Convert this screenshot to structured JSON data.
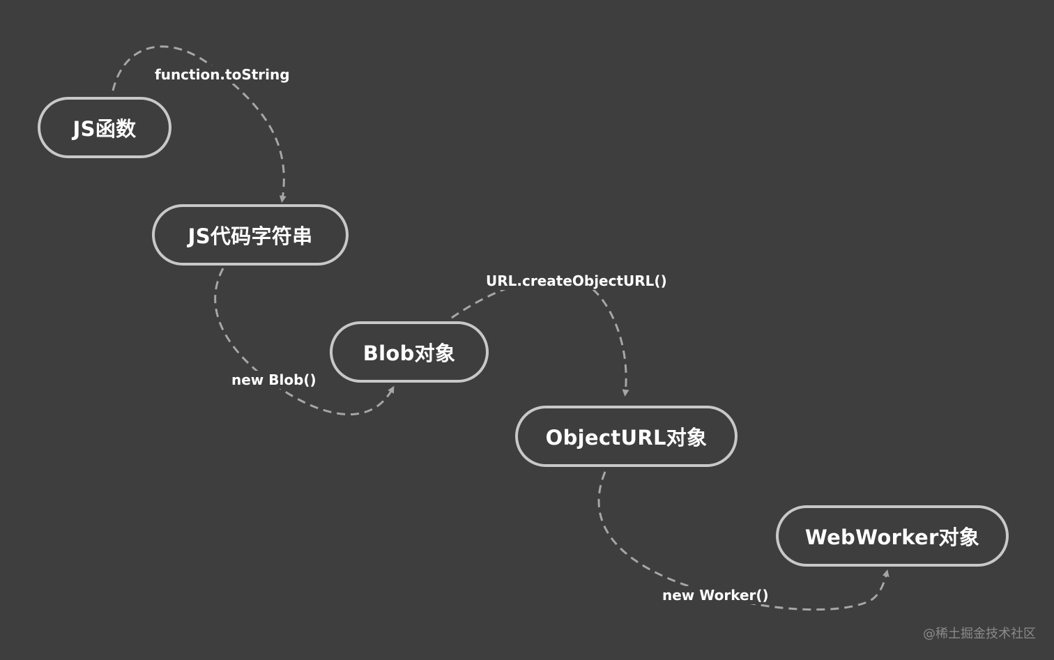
{
  "diagram": {
    "nodes": [
      {
        "id": "js-function",
        "label": "JS函数"
      },
      {
        "id": "js-code-string",
        "label": "JS代码字符串"
      },
      {
        "id": "blob-object",
        "label": "Blob对象"
      },
      {
        "id": "objecturl-object",
        "label": "ObjectURL对象"
      },
      {
        "id": "webworker-object",
        "label": "WebWorker对象"
      }
    ],
    "edges": [
      {
        "from": "js-function",
        "to": "js-code-string",
        "label": "function.toString"
      },
      {
        "from": "js-code-string",
        "to": "blob-object",
        "label": "new Blob()"
      },
      {
        "from": "blob-object",
        "to": "objecturl-object",
        "label": "URL.createObjectURL()"
      },
      {
        "from": "objecturl-object",
        "to": "webworker-object",
        "label": "new Worker()"
      }
    ]
  },
  "watermark": "@稀土掘金技术社区",
  "colors": {
    "background": "#3e3e3e",
    "node_border": "#c8c8c8",
    "connector": "#a6a6a6",
    "text": "#ffffff",
    "watermark": "#8a8a8a"
  }
}
